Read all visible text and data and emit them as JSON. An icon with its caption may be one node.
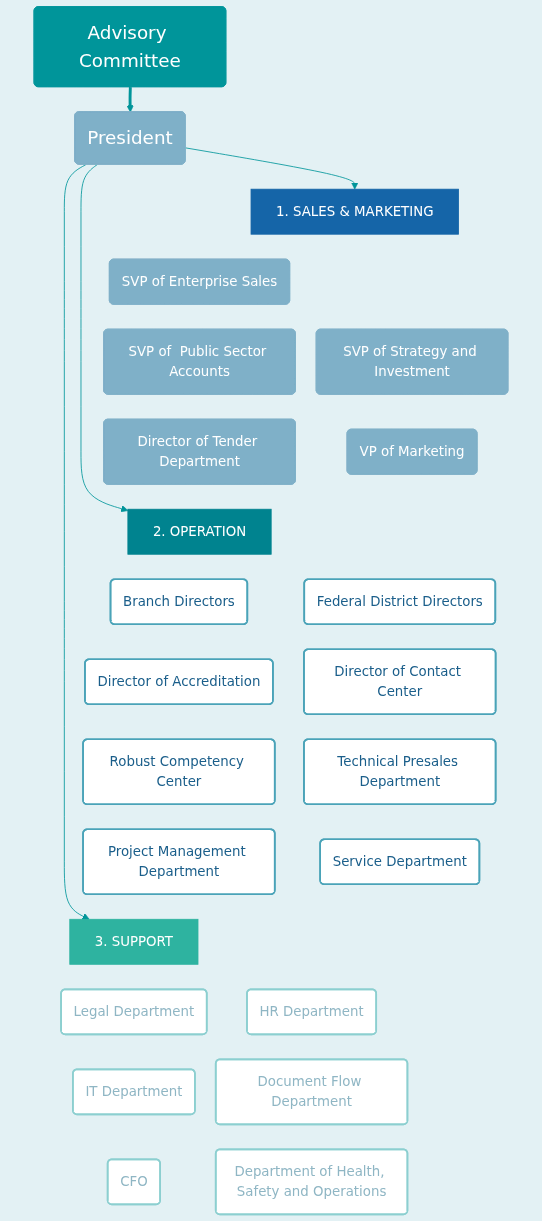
{
  "diagram": {
    "nodes": [
      {
        "text": [
          "Advisory Committee"
        ]
      },
      {
        "text": [
          "President"
        ]
      },
      {
        "text": [
          "1. SALES & MARKETING"
        ]
      },
      {
        "text": [
          "SVP of Enterprise Sales"
        ]
      },
      {
        "text": [
          "SVP of Strategy and Investment"
        ]
      },
      {
        "text": [
          "SVP of  Public Sector Accounts"
        ]
      },
      {
        "text": [
          "VP of Marketing"
        ]
      },
      {
        "text": [
          "Director of Tender Department"
        ]
      },
      {
        "text": [
          "2. OPERATION"
        ]
      },
      {
        "text": [
          "Federal District Directors"
        ]
      },
      {
        "text": [
          "Branch Directors"
        ]
      },
      {
        "text": [
          "Director of Contact Center"
        ]
      },
      {
        "text": [
          "Director of Accreditation"
        ]
      },
      {
        "text": [
          "Technical Presales Department"
        ]
      },
      {
        "text": [
          "Robust Competency Center"
        ]
      },
      {
        "text": [
          "Service Department"
        ]
      },
      {
        "text": [
          "Project Management Department"
        ]
      },
      {
        "text": [
          "3. SUPPORT"
        ]
      },
      {
        "text": [
          "Legal Department"
        ]
      },
      {
        "text": [
          "HR Department"
        ]
      },
      {
        "text": [
          "IT Department"
        ]
      },
      {
        "text": [
          "Document Flow Department"
        ]
      },
      {
        "text": [
          "CFO"
        ]
      },
      {
        "text": [
          "Department of Health, Safety and Operations"
        ]
      }
    ],
    "edges": [
      {
        "from": 0,
        "to": 1,
        "arrow": "to",
        "style": "thick"
      },
      {
        "from": 1,
        "to": 2,
        "arrow": "to"
      },
      {
        "from": 1,
        "to": 8,
        "arrow": "to"
      },
      {
        "from": 1,
        "to": 17,
        "arrow": "to"
      }
    ]
  }
}
